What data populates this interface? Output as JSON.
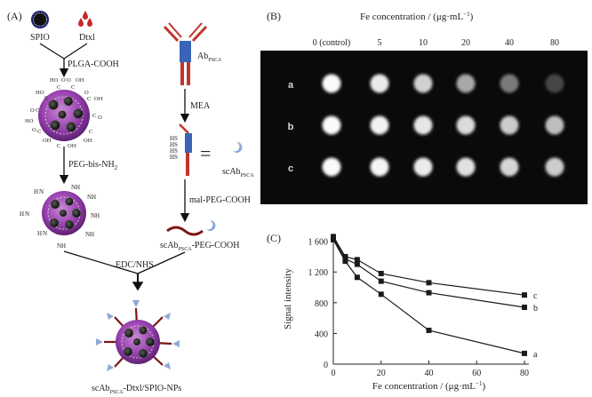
{
  "panel_a": {
    "label": "(A)",
    "spio": "SPIO",
    "dtxl": "Dtxl",
    "plga": "PLGA-COOH",
    "peg_bis": "PEG-bis-NH",
    "peg_bis_sub": "2",
    "ab": "Ab",
    "ab_sub": "PSCA",
    "mea": "MEA",
    "hs": "HS",
    "equals": "=",
    "scab": "scAb",
    "scab_sub": "PSCA",
    "mal_peg": "mal-PEG-COOH",
    "scab_peg": "scAb",
    "scab_peg_sub": "PSCA",
    "scab_peg_rest": "-PEG-COOH",
    "edc": "EDC/NHS",
    "final": "scAb",
    "final_sub": "PSCA",
    "final_rest": "-Dtxl/SPIO-NPs",
    "cooh_labels": [
      "HO",
      "O",
      "OH",
      "O",
      "C",
      "C",
      "C",
      "OH",
      "HO",
      "C",
      "O",
      "C",
      "O",
      "OH",
      "O",
      "C",
      "HO",
      "C",
      "O",
      "C",
      "OH",
      "O",
      "OH"
    ],
    "nh2": "NH",
    "nh2_sub": "2",
    "h2n": "H",
    "h2n_rest": "N"
  },
  "panel_b": {
    "label": "(B)",
    "title": "Fe concentration / (μg·mL",
    "title_sup": "−1",
    "title_end": ")",
    "columns": [
      "0 (control)",
      "5",
      "10",
      "20",
      "40",
      "80"
    ],
    "rows": [
      "a",
      "b",
      "c"
    ],
    "brightness": [
      [
        0.98,
        0.92,
        0.82,
        0.66,
        0.48,
        0.28
      ],
      [
        0.98,
        0.95,
        0.9,
        0.86,
        0.8,
        0.75
      ],
      [
        0.98,
        0.96,
        0.92,
        0.88,
        0.84,
        0.8
      ]
    ]
  },
  "panel_c": {
    "label": "(C)",
    "chart_data": {
      "type": "line",
      "xlabel": "Fe concentration / (μg·mL",
      "xlabel_sup": "−1",
      "xlabel_end": ")",
      "ylabel": "Signal intensity",
      "xlim": [
        0,
        80
      ],
      "ylim": [
        0,
        1700
      ],
      "xticks": [
        0,
        20,
        40,
        60,
        80
      ],
      "yticks": [
        0,
        400,
        800,
        1200,
        1600
      ],
      "ytick_labels": [
        "0",
        "400",
        "800",
        "1 200",
        "1 600"
      ],
      "x": [
        0,
        5,
        10,
        20,
        40,
        80
      ],
      "series": [
        {
          "name": "a",
          "values": [
            1620,
            1340,
            1130,
            910,
            440,
            140
          ]
        },
        {
          "name": "b",
          "values": [
            1640,
            1370,
            1300,
            1080,
            930,
            740
          ]
        },
        {
          "name": "c",
          "values": [
            1660,
            1400,
            1360,
            1180,
            1060,
            900
          ]
        }
      ],
      "grid": false
    }
  }
}
